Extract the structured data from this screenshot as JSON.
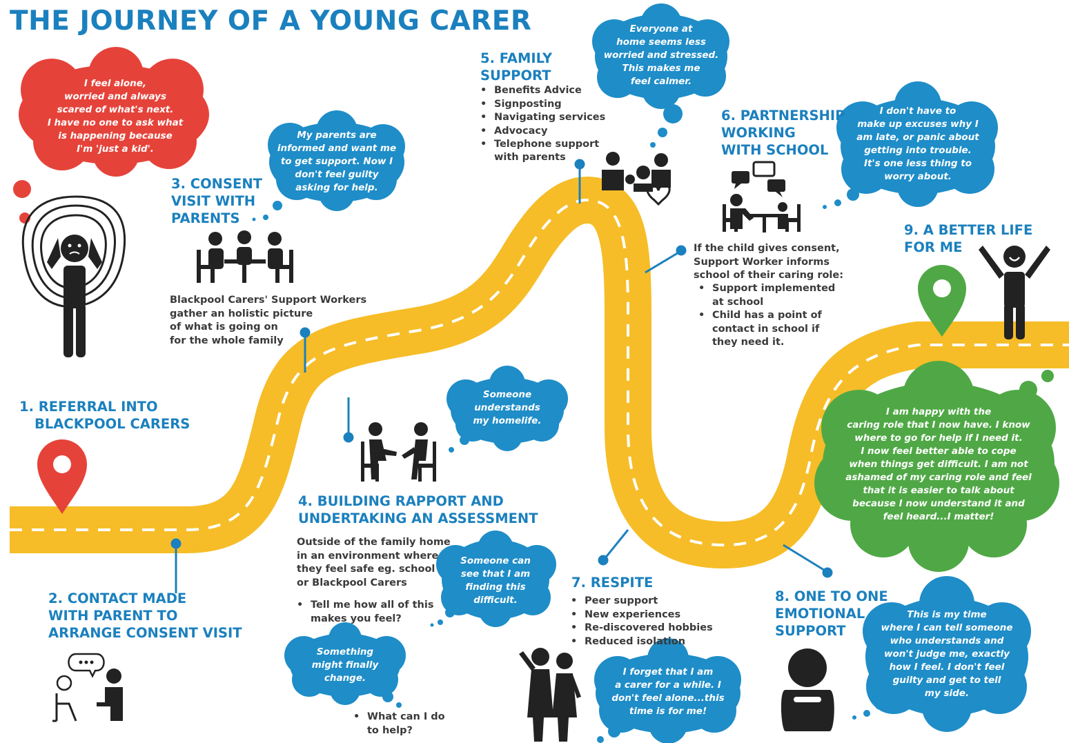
{
  "title": "THE JOURNEY OF A YOUNG CARER",
  "colors": {
    "title_blue": "#1b80be",
    "bubble_blue": "#1e8dc8",
    "bubble_red": "#e5433a",
    "bubble_green": "#4fa845",
    "road": "#f6bd28",
    "icon": "#222222",
    "text": "#3a3a3a"
  },
  "icons": [
    "stressed-person-icon",
    "consent-visit-icon",
    "family-support-icon",
    "partnership-icon",
    "success-person-icon",
    "rapport-icon",
    "contact-icon",
    "respite-icon",
    "emotional-support-icon",
    "location-pin-icon"
  ],
  "steps": {
    "step1": {
      "title": [
        "1. REFERRAL INTO",
        "BLACKPOOL CARERS"
      ]
    },
    "step2": {
      "title": [
        "2. CONTACT MADE",
        "WITH PARENT TO",
        "ARRANGE CONSENT VISIT"
      ]
    },
    "step3": {
      "title": [
        "3. CONSENT",
        "VISIT WITH",
        "PARENTS"
      ],
      "text": [
        "Blackpool Carers' Support Workers",
        "gather an holistic picture",
        "of what is going on",
        "for the whole family"
      ]
    },
    "step4": {
      "title": [
        "4. BUILDING RAPPORT AND",
        "UNDERTAKING AN ASSESSMENT"
      ],
      "text": [
        "Outside of the family home",
        "in an environment where",
        "they feel safe eg. school",
        "or Blackpool Carers"
      ],
      "bullet1": [
        "Tell me how all of this",
        "makes you feel?"
      ],
      "bullet2": [
        "What can I do",
        "to help?"
      ]
    },
    "step5": {
      "title": [
        "5. FAMILY",
        "SUPPORT"
      ],
      "bullets": [
        "Benefits Advice",
        "Signposting",
        "Navigating services",
        "Advocacy",
        "Telephone support"
      ],
      "bullet_cont": "with parents"
    },
    "step6": {
      "title": [
        "6. PARTNERSHIP",
        "WORKING",
        "WITH SCHOOL"
      ],
      "text": [
        "If the child gives consent,",
        "Support Worker informs",
        "school of their caring role:"
      ],
      "bullet1": [
        "Support implemented",
        "at school"
      ],
      "bullet2": [
        "Child has a point of",
        "contact in school if",
        "they need it."
      ]
    },
    "step7": {
      "title": [
        "7. RESPITE"
      ],
      "bullets": [
        "Peer support",
        "New experiences",
        "Re-discovered hobbies",
        "Reduced isolation"
      ]
    },
    "step8": {
      "title": [
        "8. ONE TO ONE",
        "EMOTIONAL",
        "SUPPORT"
      ]
    },
    "step9": {
      "title": [
        "9. A BETTER LIFE",
        "FOR ME"
      ]
    }
  },
  "bubbles": {
    "b1": [
      "I feel alone,",
      "worried and always",
      "scared of what's next.",
      "I have no one to ask what",
      "is happening because",
      "I'm 'just a kid'."
    ],
    "b2": [
      "My parents are",
      "informed and want me",
      "to get support. Now I",
      "don't feel guilty",
      "asking for help."
    ],
    "b3": [
      "Everyone at",
      "home seems less",
      "worried and stressed.",
      "This makes me",
      "feel calmer."
    ],
    "b4": [
      "I don't have to",
      "make up excuses why I",
      "am late, or panic about",
      "getting into trouble.",
      "It's one less thing to",
      "worry about."
    ],
    "b5": [
      "Someone",
      "understands",
      "my homelife."
    ],
    "b6": [
      "Someone can",
      "see that I am",
      "finding this",
      "difficult."
    ],
    "b7": [
      "Something",
      "might finally",
      "change."
    ],
    "b8": [
      "I forget that I am",
      "a carer for a while. I",
      "don't feel alone...this",
      "time is for me!"
    ],
    "b9": [
      "This is my time",
      "where I can tell someone",
      "who understands and",
      "won't judge me, exactly",
      "how I feel. I don't feel",
      "guilty and get to tell",
      "my side."
    ],
    "b10": [
      "I am happy with the",
      "caring role that I now have. I know",
      "where to go for help if I need it.",
      "I now feel better able to cope",
      "when things get difficult. I am not",
      "ashamed of my caring role and feel",
      "that it is easier to talk about",
      "because I now understand it and",
      "feel heard...I matter!"
    ]
  }
}
